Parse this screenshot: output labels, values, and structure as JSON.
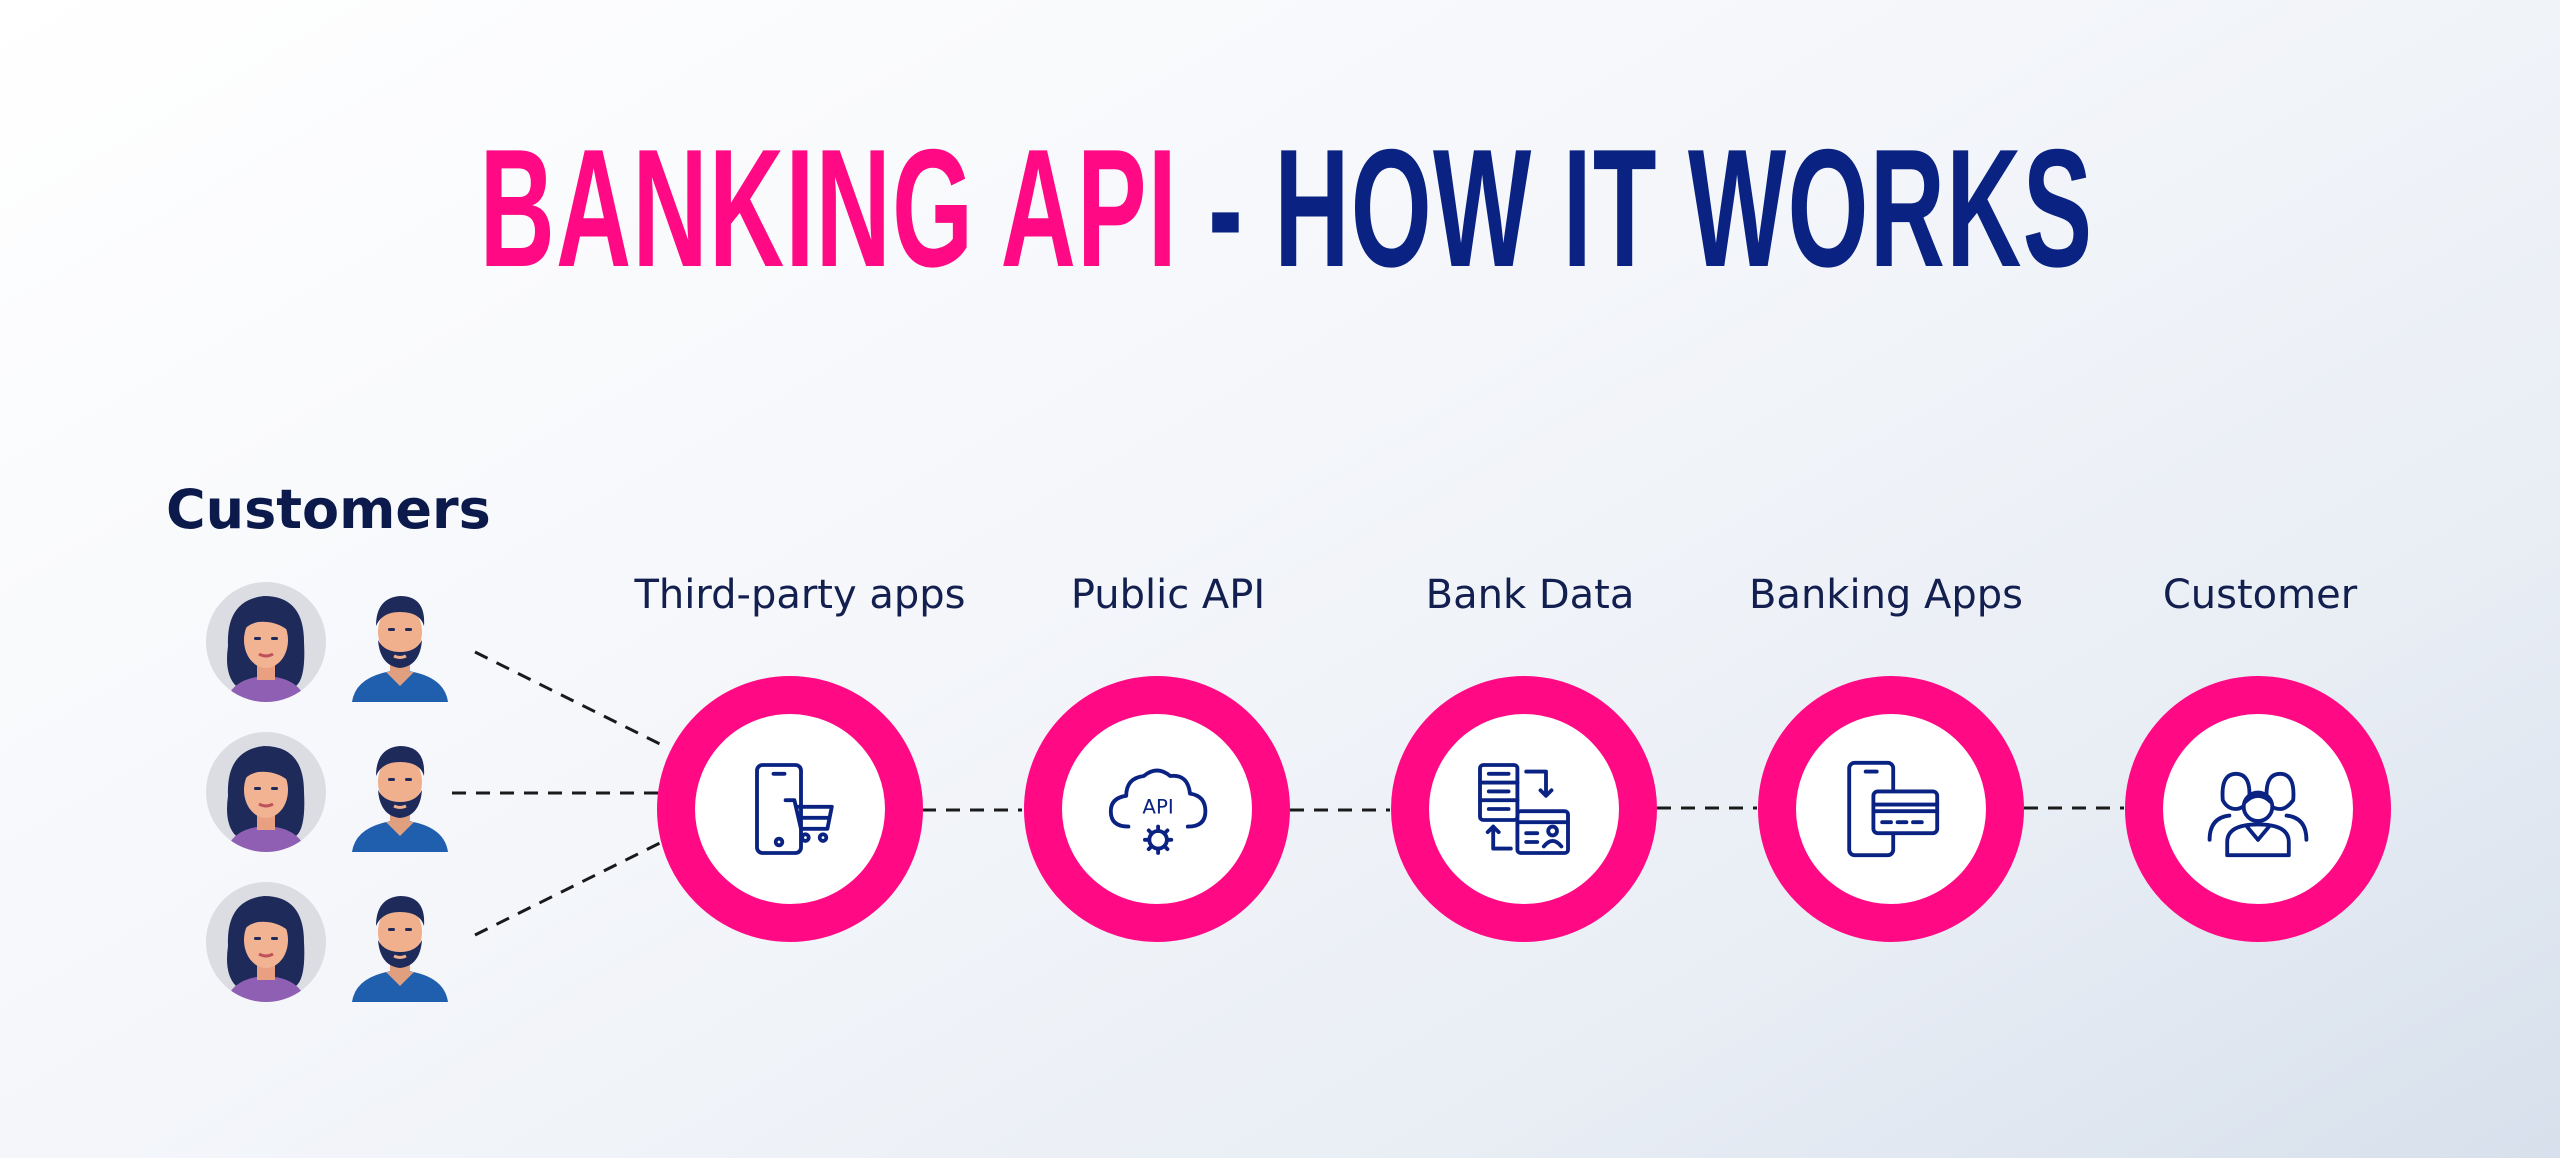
{
  "title": {
    "part1": "BANKING API",
    "part2": " - HOW IT WORKS",
    "colors": {
      "accent": "#ff0a84",
      "primary": "#0a2382"
    }
  },
  "customers": {
    "label": "Customers"
  },
  "steps": [
    {
      "label": "Third-party apps",
      "icon": "mobile-shopping-cart-icon"
    },
    {
      "label": "Public API",
      "icon": "cloud-api-gear-icon"
    },
    {
      "label": "Bank Data",
      "icon": "data-server-transfer-icon"
    },
    {
      "label": "Banking Apps",
      "icon": "mobile-credit-card-icon"
    },
    {
      "label": "Customer",
      "icon": "customer-group-icon"
    }
  ]
}
